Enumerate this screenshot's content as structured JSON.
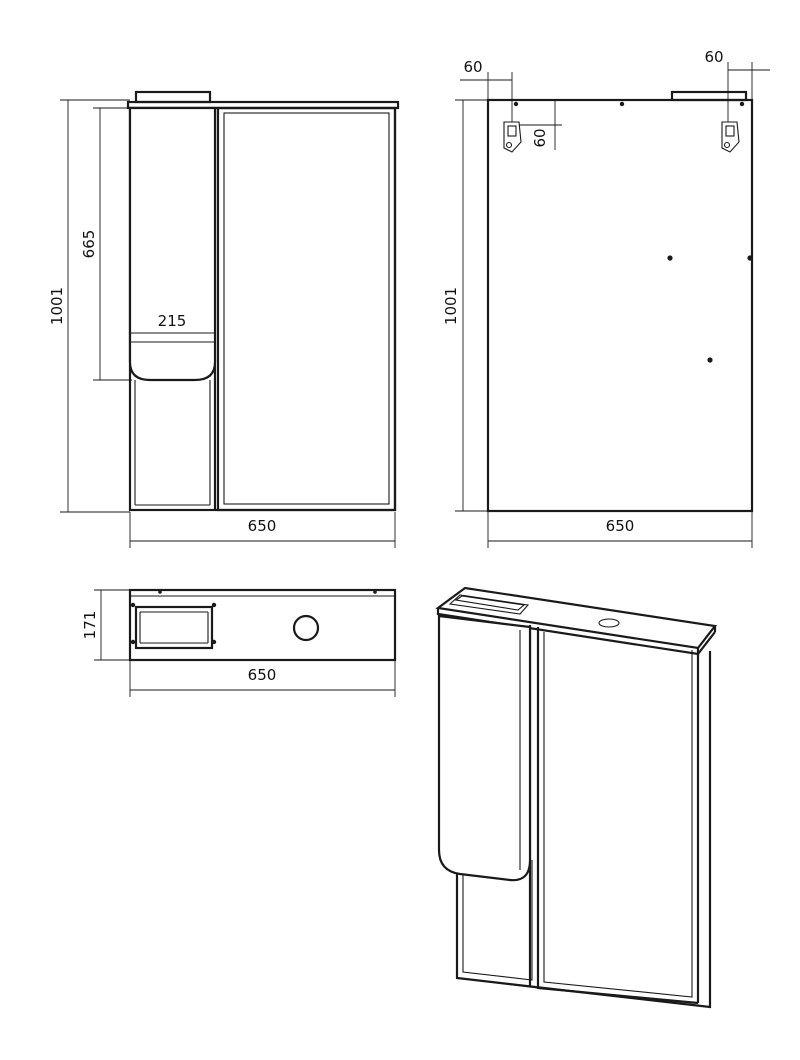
{
  "front_view": {
    "height_label": "1001",
    "upper_cabinet_height_label": "665",
    "shelf_width_label": "215",
    "width_label": "650"
  },
  "back_view": {
    "height_label": "1001",
    "width_label": "650",
    "hanger_offset_left_label": "60",
    "hanger_offset_right_label": "60",
    "hanger_offset_top_label": "60"
  },
  "top_view": {
    "depth_label": "171",
    "width_label": "650"
  }
}
